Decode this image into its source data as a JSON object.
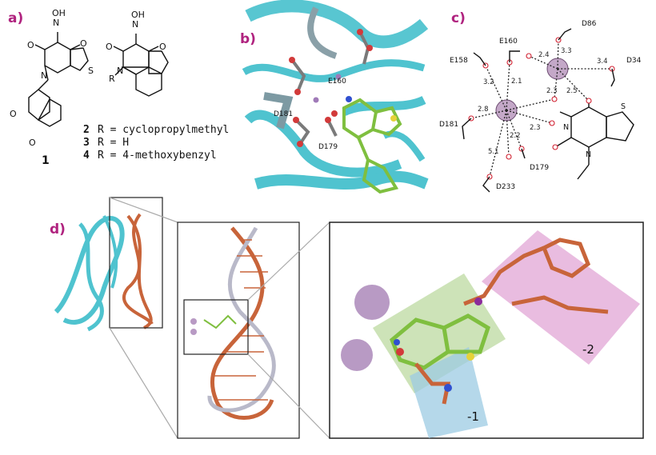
{
  "panels": {
    "a": "a)",
    "b": "b)",
    "c": "c)",
    "d": "d)"
  },
  "panel_a": {
    "compound1_label": "1",
    "atoms": {
      "OH": "OH",
      "O": "O",
      "N": "N",
      "S": "S",
      "R": "R"
    },
    "legend": [
      {
        "num": "2",
        "text": "R = cyclopropylmethyl"
      },
      {
        "num": "3",
        "text": "R = H"
      },
      {
        "num": "4",
        "text": "R = 4-methoxybenzyl"
      }
    ]
  },
  "panel_b": {
    "residues": [
      "E160",
      "D181",
      "D179"
    ]
  },
  "panel_c": {
    "residues": [
      "D86",
      "E160",
      "E158",
      "D34",
      "D181",
      "D179",
      "D233"
    ],
    "distances": [
      "2.4",
      "3.3",
      "3.4",
      "2.1",
      "2.3",
      "2.5",
      "3.2",
      "2.8",
      "2.2",
      "2.3",
      "5.1"
    ],
    "atoms": {
      "N": "N",
      "S": "S"
    }
  },
  "panel_d": {
    "subsite_labels": [
      "-1",
      "-2"
    ]
  },
  "colors": {
    "panel_letter": "#b0237f",
    "protein": "#4fc3cf",
    "dna": "#c8643a",
    "ion": "#b89ac4",
    "ligand_green": "#7fbf3f",
    "box_green": "#bcd9a0",
    "box_blue": "#9ccbe3",
    "box_pink": "#e2a6d6"
  }
}
